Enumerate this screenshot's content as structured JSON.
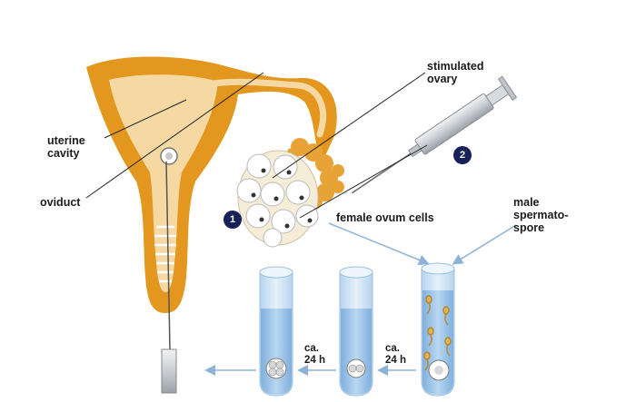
{
  "labels": {
    "uterine_cavity": "uterine\ncavity",
    "oviduct": "oviduct",
    "stimulated_ovary": "stimulated\novary",
    "female_ovum_cells": "female ovum cells",
    "male_spermatospore": "male\nspermato-\nspore",
    "time_left": "ca.\n24 h",
    "time_right": "ca.\n24 h"
  },
  "steps": {
    "one": "1",
    "two": "2"
  },
  "colors": {
    "uterus_outer": "#e3971f",
    "uterus_inner": "#f6d9a2",
    "tube_fluid": "#a9cdee",
    "arrow": "#8fb3d8",
    "badge": "#19215a"
  }
}
